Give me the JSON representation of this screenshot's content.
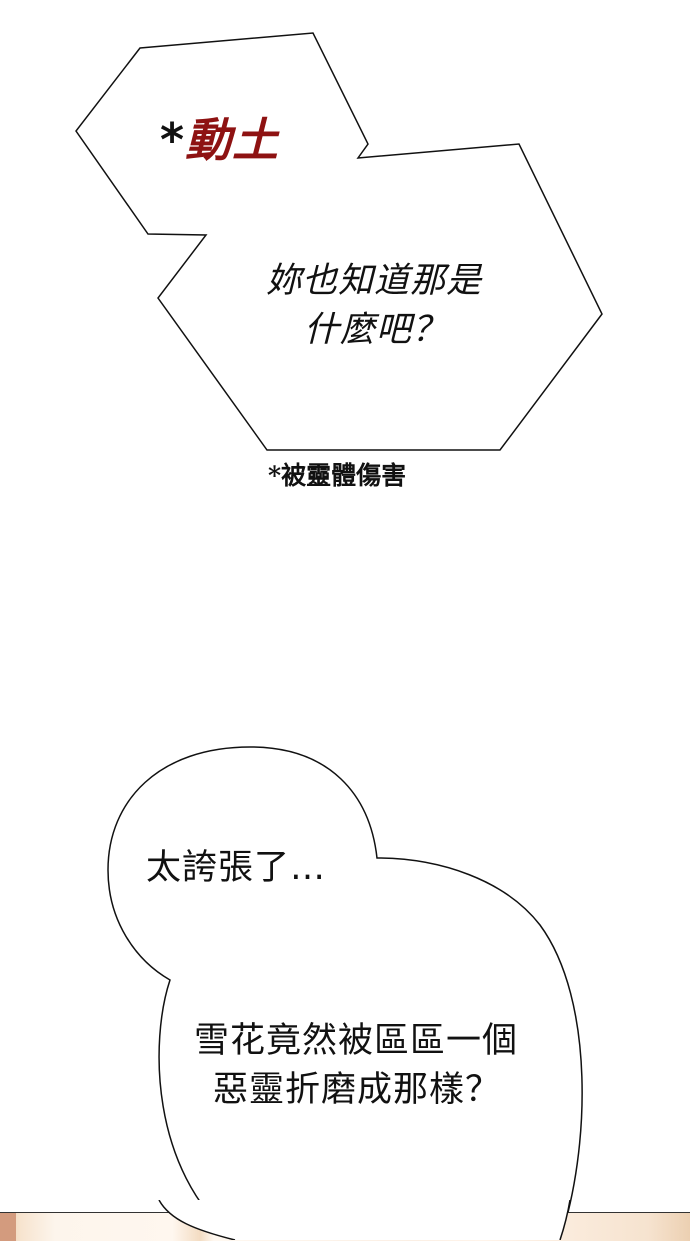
{
  "panel_top": {
    "sfx": {
      "star": "*",
      "text": "動土"
    },
    "dialogue_lines": [
      "妳也知道那是",
      "什麼吧？"
    ],
    "footnote": "*被靈體傷害"
  },
  "panel_bottom": {
    "dialogue_line_1": "太誇張了…",
    "dialogue_lines_2": [
      "雪花竟然被區區一個",
      "惡靈折磨成那樣？"
    ]
  },
  "colors": {
    "sfx_text": "#8e1212",
    "text": "#111111",
    "bubble_fill": "#ffffff",
    "bubble_stroke": "#111111",
    "strip_tone": "#f7e4cf"
  }
}
